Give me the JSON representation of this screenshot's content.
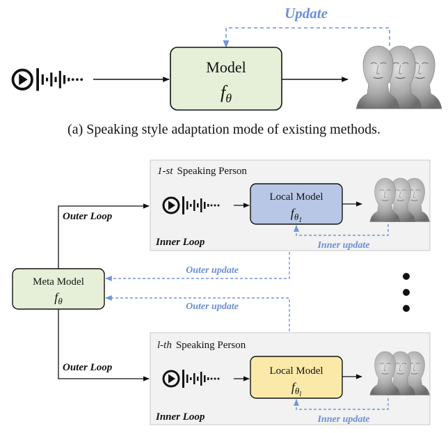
{
  "top": {
    "update_label": "Update",
    "model_label": "Model",
    "model_symbol": "f",
    "model_subscript": "θ",
    "caption": "(a)  Speaking style adaptation mode of existing methods."
  },
  "meta": {
    "label": "Meta Model",
    "symbol": "f",
    "subscript": "θ"
  },
  "panel1": {
    "index": "1-st",
    "title": "Speaking Person",
    "model_label": "Local Model",
    "symbol": "f",
    "subscript": "θ",
    "sub_subscript": "1",
    "inner_loop": "Inner Loop",
    "inner_update": "Inner update",
    "outer_loop": "Outer Loop"
  },
  "panel2": {
    "index": "l-th",
    "title": "Speaking Person",
    "model_label": "Local Model",
    "symbol": "f",
    "subscript": "θ",
    "sub_subscript": "l",
    "inner_loop": "Inner Loop",
    "inner_update": "Inner update",
    "outer_loop": "Outer Loop"
  },
  "outer_update_1": "Outer update",
  "outer_update_2": "Outer update",
  "colors": {
    "update_blue": "#6b8fd6",
    "dashed_blue": "#6f95d8",
    "model_green": "#e6f0d8",
    "meta_green": "#e6f0d8",
    "local_blue": "#b9c7e6",
    "local_yellow": "#fae9a8",
    "panel_gray": "#f2f2f2"
  }
}
